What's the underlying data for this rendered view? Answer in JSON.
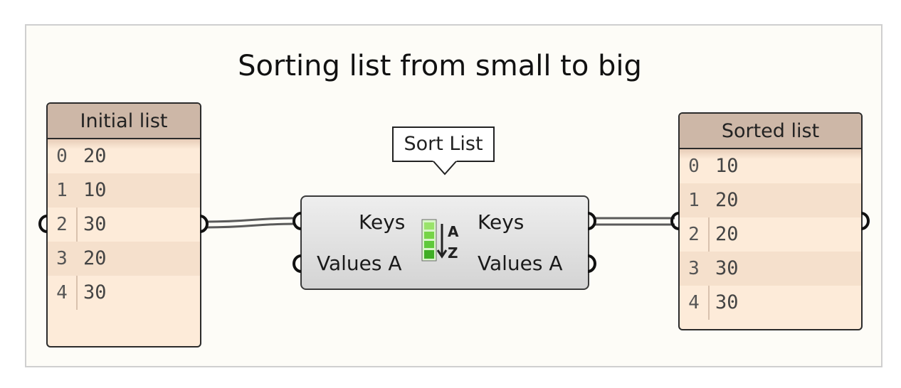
{
  "title": "Sorting list from small to big",
  "initial_panel": {
    "header": "Initial list",
    "rows": [
      {
        "index": "0",
        "value": "20"
      },
      {
        "index": "1",
        "value": "10"
      },
      {
        "index": "2",
        "value": "30"
      },
      {
        "index": "3",
        "value": "20"
      },
      {
        "index": "4",
        "value": "30"
      }
    ]
  },
  "sorted_panel": {
    "header": "Sorted list",
    "rows": [
      {
        "index": "0",
        "value": "10"
      },
      {
        "index": "1",
        "value": "20"
      },
      {
        "index": "2",
        "value": "20"
      },
      {
        "index": "3",
        "value": "30"
      },
      {
        "index": "4",
        "value": "30"
      }
    ]
  },
  "component": {
    "tooltip": "Sort List",
    "inputs": [
      "Keys",
      "Values A"
    ],
    "outputs": [
      "Keys",
      "Values A"
    ],
    "icon": "sort-a-z-icon",
    "icon_letters": [
      "A",
      "Z"
    ]
  },
  "colors": {
    "panel_fill": "#fdebd9",
    "panel_header": "#cdb7a7",
    "component_fill": "#e2e2e2",
    "icon_green": "#5fc93a",
    "wire": "#666666"
  }
}
